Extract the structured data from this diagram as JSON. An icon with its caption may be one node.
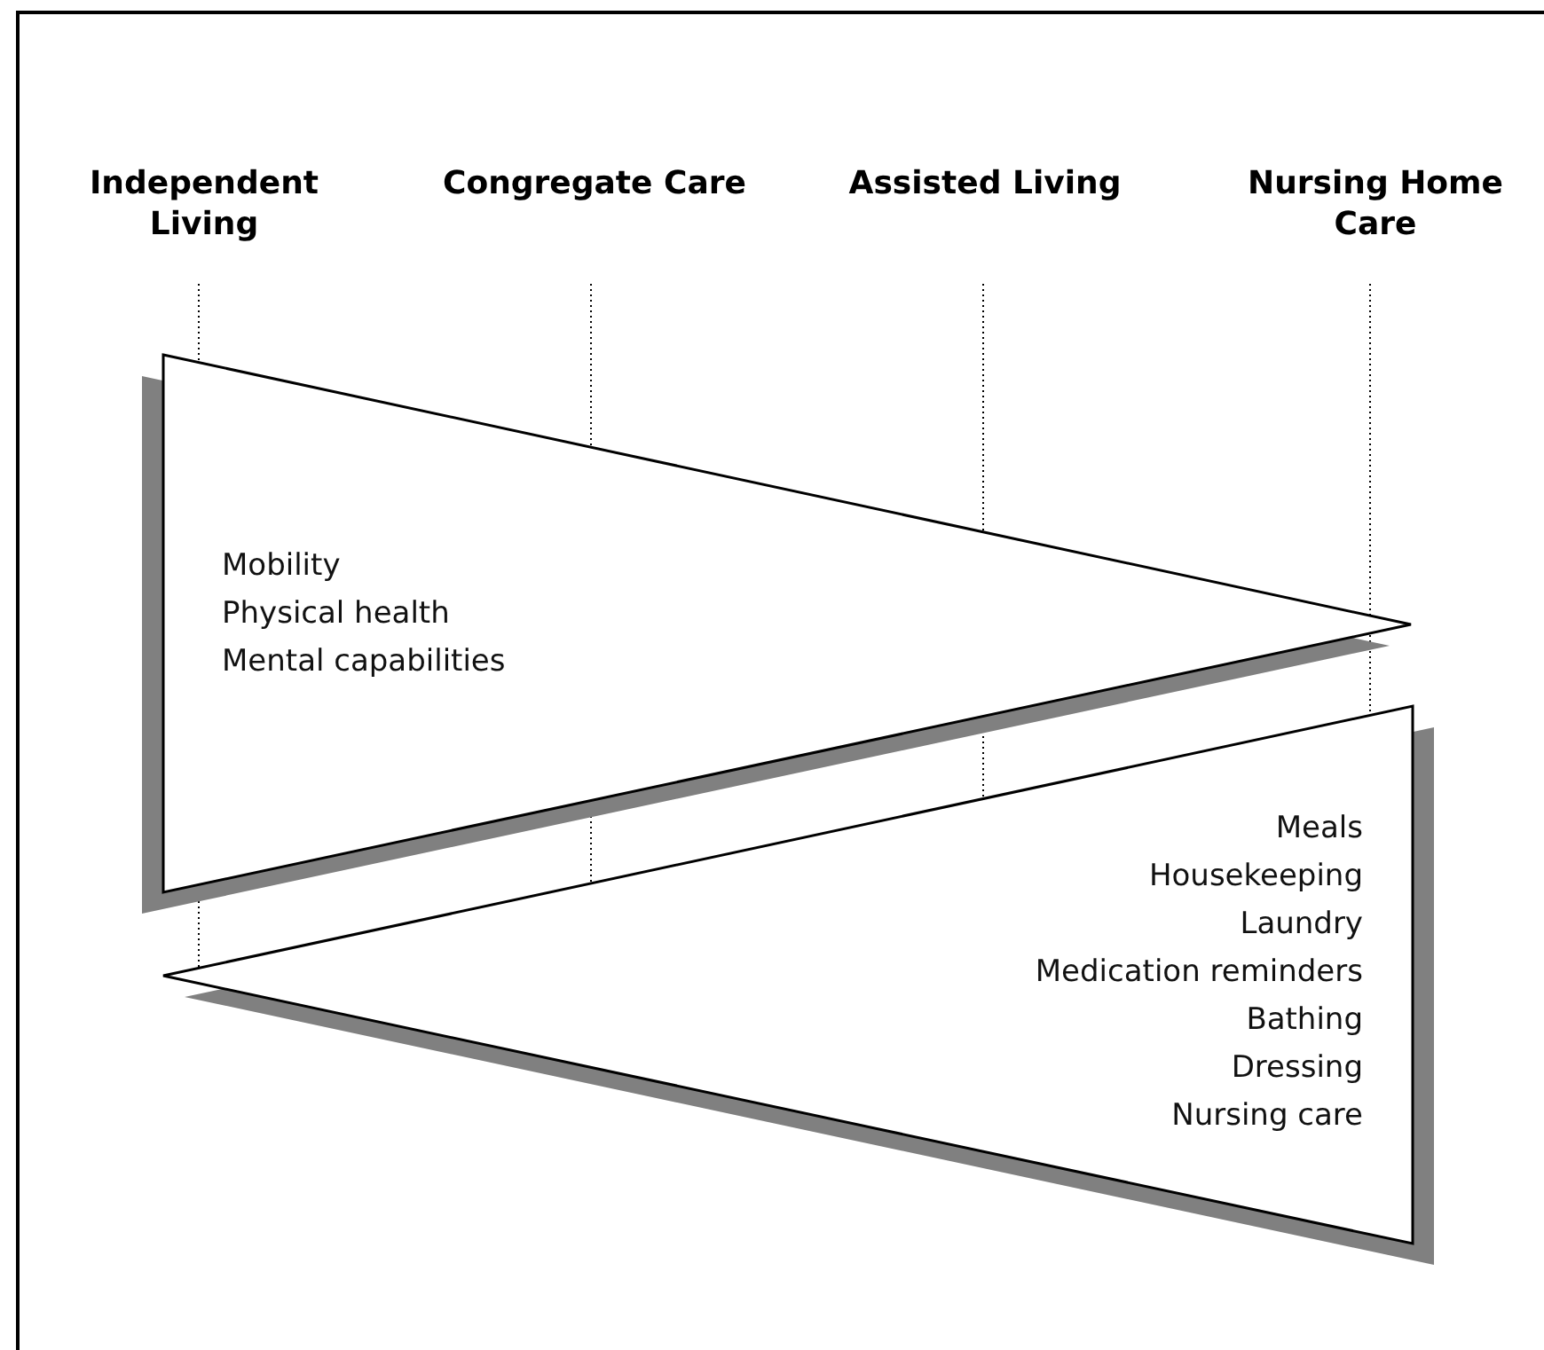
{
  "diagram": {
    "nodes": [
      {
        "text": [
          "Mobility",
          "Physical health",
          "Mental capabilities"
        ]
      },
      {
        "text": [
          "Meals",
          "Housekeeping",
          "Laundry",
          "Medication reminders",
          "Bathing",
          "Dressing",
          "Nursing care"
        ]
      }
    ],
    "labels": [
      "Independent Living",
      "Congregate Care",
      "Assisted Living",
      "Nursing Home Care"
    ]
  }
}
